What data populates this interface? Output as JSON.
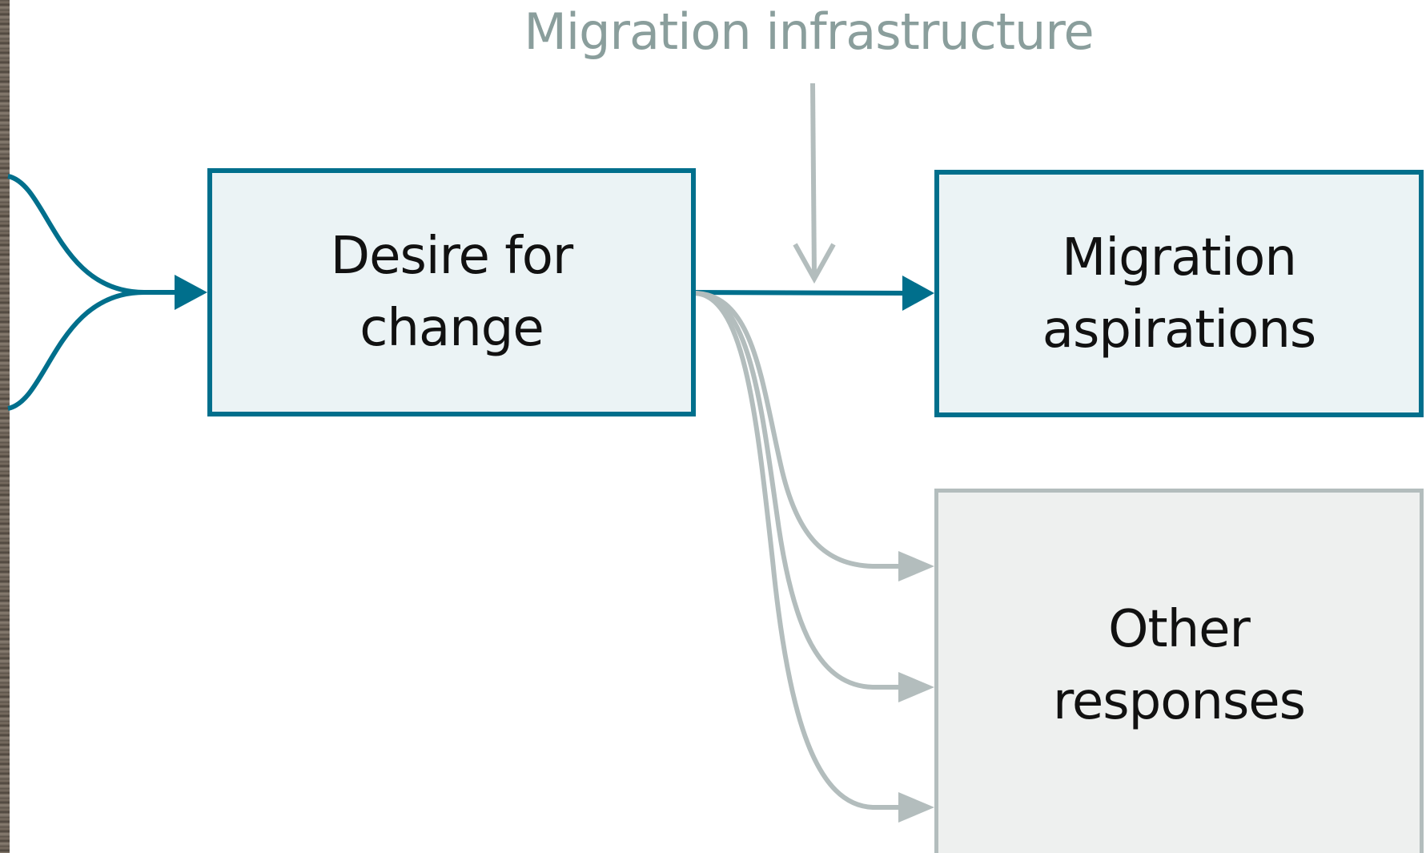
{
  "diagram": {
    "title": "Migration infrastructure",
    "nodes": {
      "desire": {
        "line1": "Desire for",
        "line2": "change"
      },
      "aspirations": {
        "line1": "Migration",
        "line2": "aspirations"
      },
      "other": {
        "line1": "Other",
        "line2": "responses"
      }
    },
    "colors": {
      "primary": "#006f8c",
      "primary_fill": "#ebf3f5",
      "secondary": "#b3bdbd",
      "secondary_fill": "#eef0ef",
      "infra_text": "#8a9e9c"
    }
  }
}
